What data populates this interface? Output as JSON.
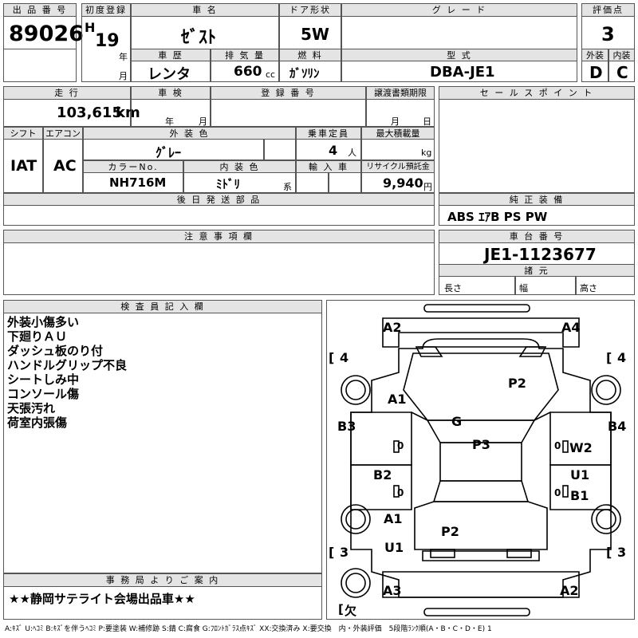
{
  "headers": {
    "lot_no": "出 品 番 号",
    "first_reg": "初度登録",
    "car_name": "車 名",
    "door": "ドア形状",
    "grade": "グ レ ー ド",
    "score": "評価点",
    "history": "車 歴",
    "displacement": "排 気 量",
    "fuel": "燃 料",
    "model_code": "型 式",
    "exterior": "外装",
    "interior": "内装",
    "mileage": "走 行",
    "inspection": "車 検",
    "reg_no": "登 録 番 号",
    "transfer_date": "譲渡書類期限",
    "sales_point": "セ ー ル ス ポ イ ン ト",
    "shift": "シフト",
    "aircon": "エアコン",
    "ext_color": "外 装 色",
    "capacity": "乗車定員",
    "max_load": "最大積載量",
    "color_no": "カラーNo.",
    "int_color": "内 装 色",
    "import": "輸 入 車",
    "recycle": "リサイクル預託金",
    "later_parts": "後 日 発 送 部 品",
    "genuine_equip": "純 正 装 備",
    "caution": "注 意 事 項 欄",
    "chassis_no": "車 台 番 号",
    "dimensions": "諸 元",
    "inspector": "検 査 員 記 入 欄",
    "office": "事 務 局 よ り ご 案 内"
  },
  "lot_number": "89026",
  "first_registration": {
    "era": "H",
    "year": "19",
    "year_unit": "年",
    "month_unit": "月"
  },
  "car_name": "ｾﾞｽﾄ",
  "door_type": "5W",
  "score": "3",
  "history": "レンタ",
  "displacement": {
    "value": "660",
    "unit": "cc"
  },
  "fuel": "ｶﾞｿﾘﾝ",
  "model_code": "DBA-JE1",
  "exterior_grade": "D",
  "interior_grade": "C",
  "mileage": {
    "value": "103,615",
    "unit": "km"
  },
  "inspection_units": {
    "year": "年",
    "month": "月"
  },
  "transfer_units": {
    "month": "月",
    "day": "日"
  },
  "shift": "IAT",
  "aircon": "AC",
  "exterior_color": "ｸﾞﾚｰ",
  "capacity": {
    "value": "4",
    "unit": "人"
  },
  "max_load_unit": "kg",
  "color_number": "NH716M",
  "interior_color": {
    "value": "ﾐﾄﾞﾘ",
    "unit": "系"
  },
  "recycle_fee": {
    "value": "9,940",
    "unit": "円"
  },
  "genuine_equipment": "ABS ｴｱB PS PW",
  "chassis_number": "JE1-1123677",
  "dimension_labels": {
    "length": "長さ",
    "width": "幅",
    "height": "高さ"
  },
  "inspector_notes": [
    "外装小傷多い",
    "下廻りＡＵ",
    "ダッシュ板のり付",
    "ハンドルグリップ不良",
    "シートしみ中",
    "コンソール傷",
    "天張汚れ",
    "荷室内張傷"
  ],
  "office_note": "★★静岡サテライト会場出品車★★",
  "diagram": {
    "marks": {
      "front_left_corner": "A2",
      "front_right_corner": "A4",
      "hood": "P2",
      "left_front_fender": "A1",
      "windshield": "G",
      "left_front_door": "B3",
      "right_front_door": "B4",
      "roof": "P3",
      "right_front_door_inner": "W2",
      "left_rear_door": "B2",
      "rocker_right": "U1",
      "right_rear_door": "B1",
      "left_rear_fender": "A1",
      "trunk": "P2",
      "left_rear_lower": "U1",
      "rear_left_corner": "A3",
      "rear_right_corner": "A2",
      "zero_l1": "0",
      "zero_r1": "0",
      "zero_l2": "0",
      "zero_r2": "0"
    },
    "tires": {
      "fl": "4",
      "fr": "4",
      "rl": "3",
      "rr": "3",
      "spare": "欠"
    }
  },
  "legend": "A:ｷｽﾞ U:ﾍｺﾐ B:ｷｽﾞを伴うﾍｺﾐ P:要塗装 W:補修跡 S:錆 C:腐食 G:ﾌﾛﾝﾄｶﾞﾗｽ点ｷｽﾞ XX:交換済み X:要交換　内・外装評価　5段階ﾗﾝｸ順(A・B・C・D・E) 1"
}
